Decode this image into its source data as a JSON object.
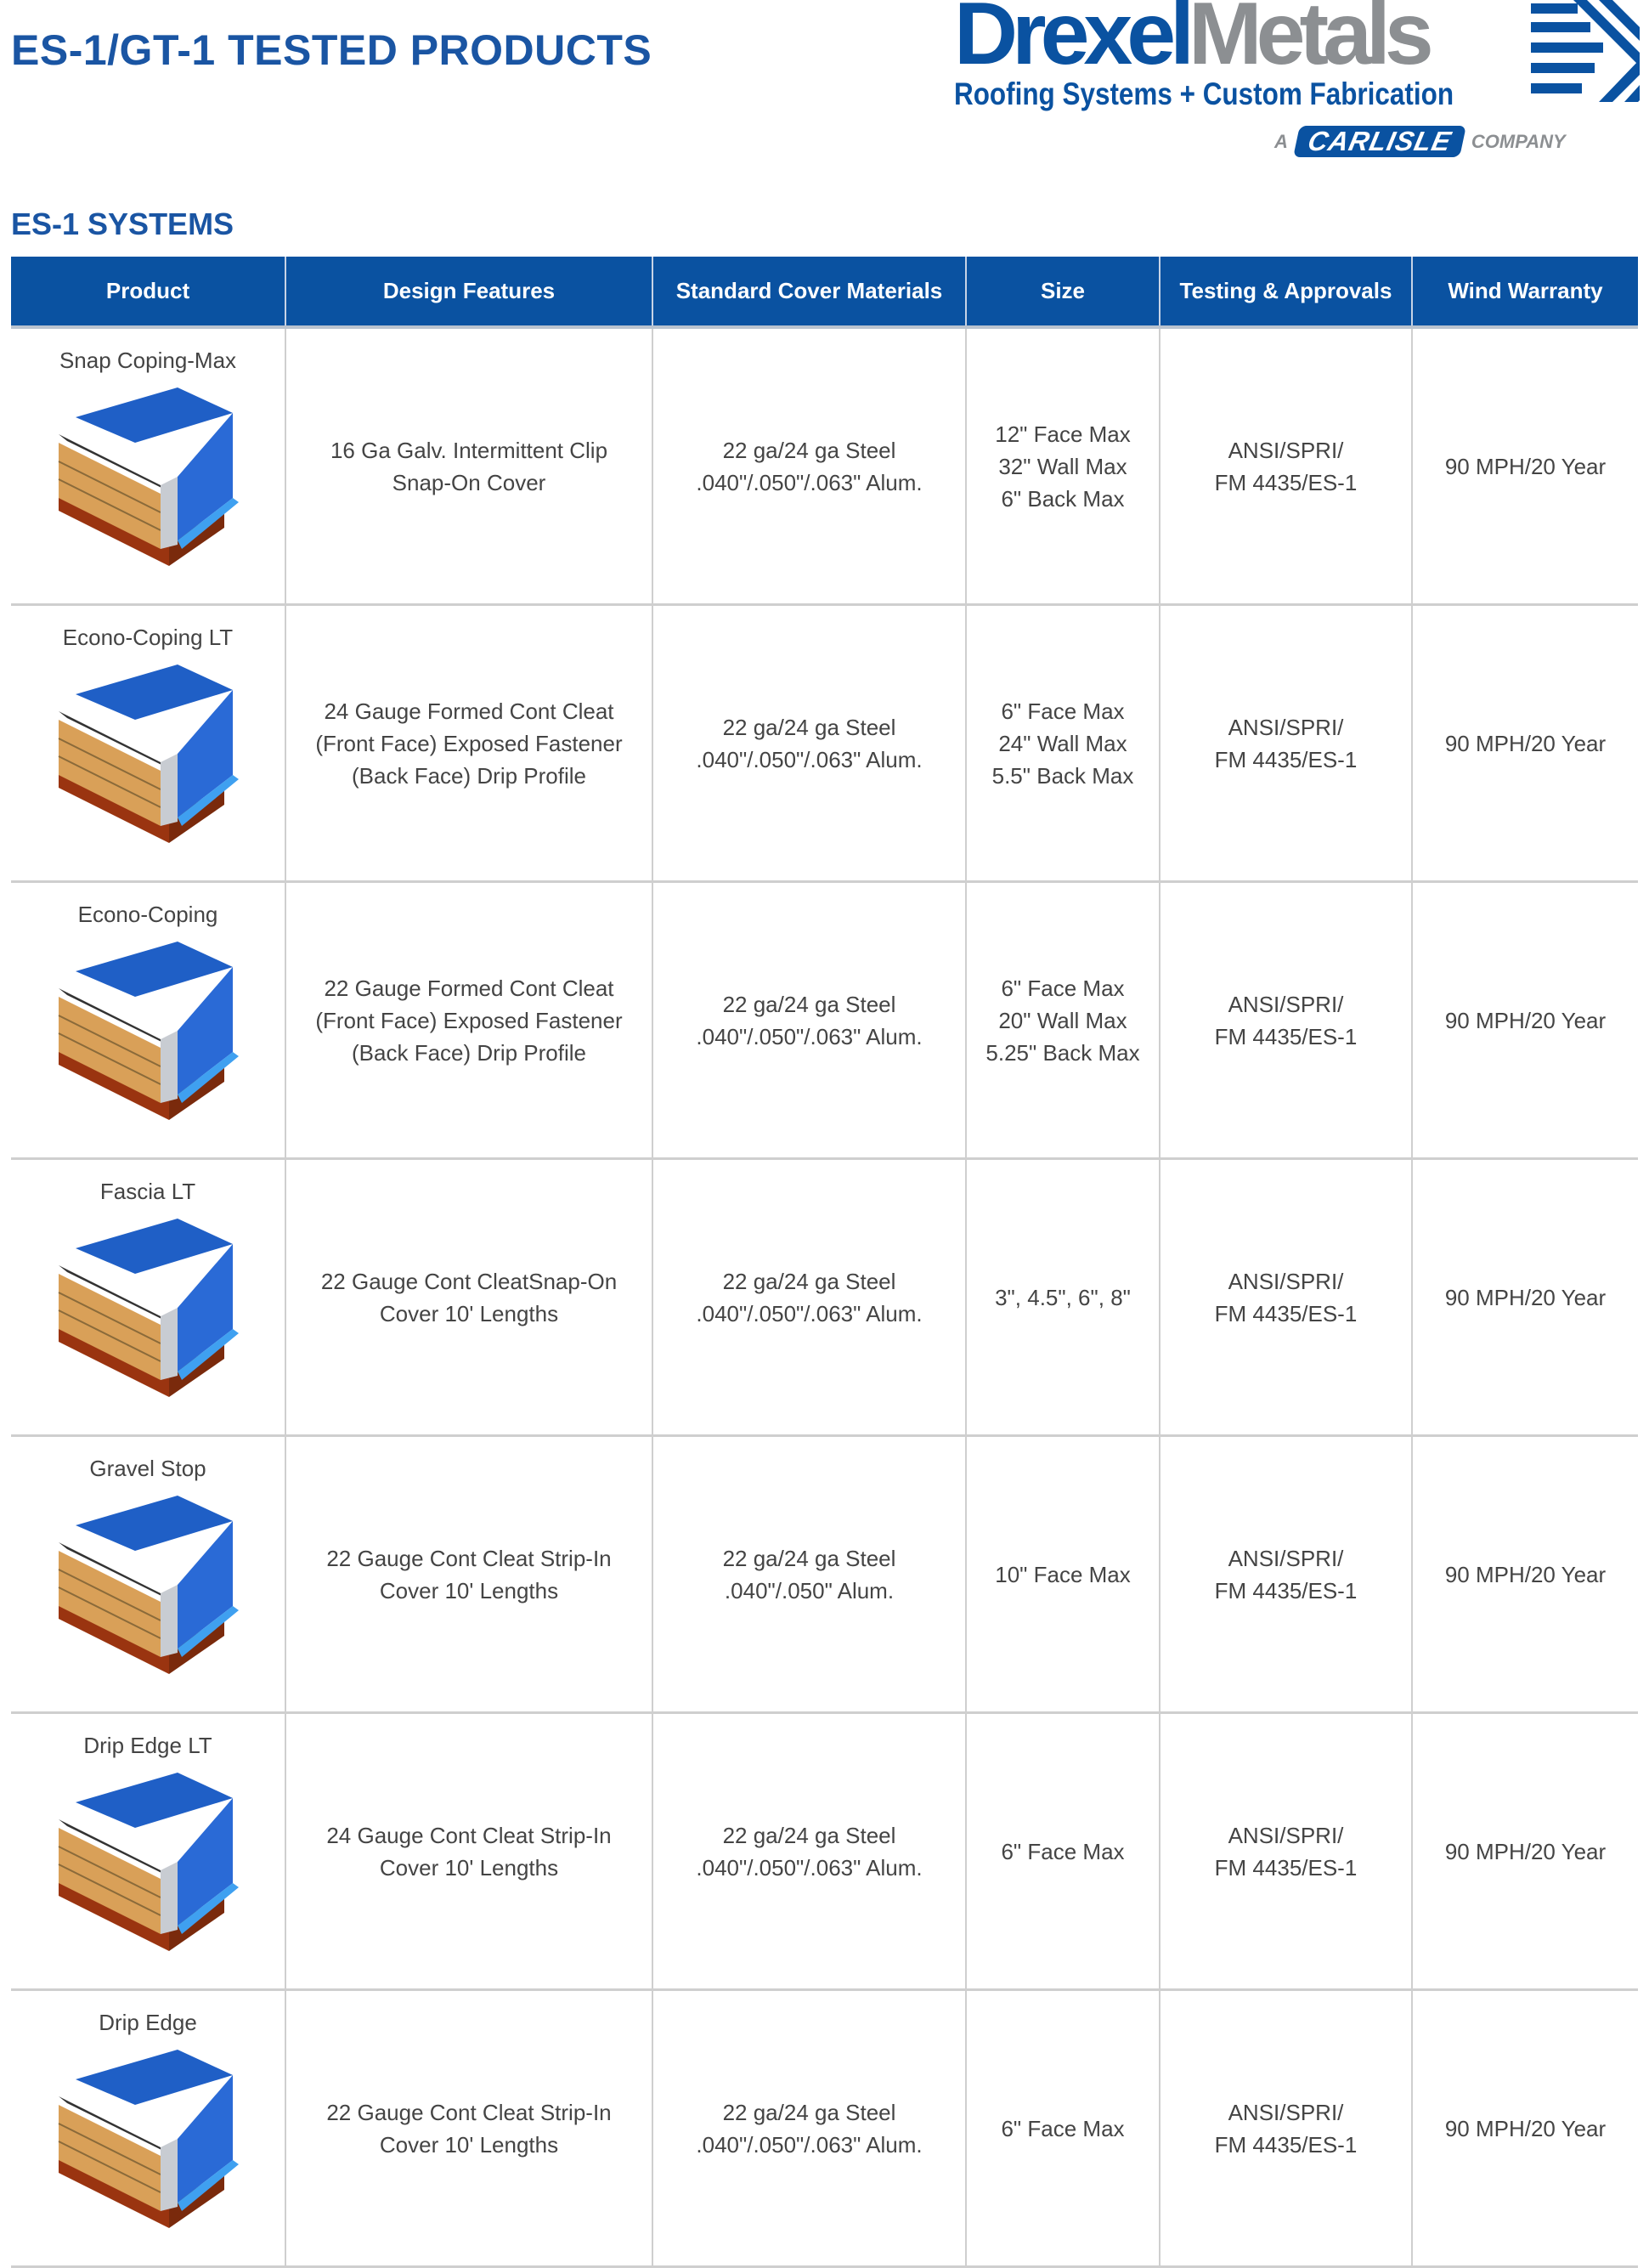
{
  "header": {
    "title": "ES-1/GT-1 TESTED PRODUCTS"
  },
  "logo": {
    "brand_a": "Drexel",
    "brand_b": "Metals",
    "tagline": "Roofing Systems + Custom Fabrication",
    "parent_prefix": "A",
    "parent": "CARLISLE",
    "parent_suffix": "COMPANY"
  },
  "section": {
    "title": "ES-1 SYSTEMS"
  },
  "table": {
    "columns": [
      "Product",
      "Design Features",
      "Standard Cover Materials",
      "Size",
      "Testing & Approvals",
      "Wind Warranty"
    ],
    "rows": [
      {
        "product": "Snap Coping-Max",
        "features": [
          "16 Ga Galv. Intermittent Clip",
          "Snap-On Cover"
        ],
        "materials": [
          "22 ga/24 ga Steel",
          ".040\"/.050\"/.063\" Alum."
        ],
        "size": [
          "12\" Face Max",
          "32\" Wall Max",
          "6\" Back Max"
        ],
        "testing": [
          "ANSI/SPRI/",
          "FM 4435/ES-1"
        ],
        "warranty": "90 MPH/20 Year"
      },
      {
        "product": "Econo-Coping LT",
        "features": [
          "24 Gauge Formed Cont Cleat",
          "(Front Face) Exposed Fastener",
          "(Back Face) Drip Profile"
        ],
        "materials": [
          "22 ga/24 ga Steel",
          ".040\"/.050\"/.063\" Alum."
        ],
        "size": [
          "6\" Face Max",
          "24\" Wall Max",
          "5.5\" Back Max"
        ],
        "testing": [
          "ANSI/SPRI/",
          "FM 4435/ES-1"
        ],
        "warranty": "90 MPH/20 Year"
      },
      {
        "product": "Econo-Coping",
        "features": [
          "22 Gauge Formed Cont Cleat",
          "(Front Face) Exposed Fastener",
          "(Back Face) Drip Profile"
        ],
        "materials": [
          "22 ga/24 ga Steel",
          ".040\"/.050\"/.063\" Alum."
        ],
        "size": [
          "6\" Face Max",
          "20\" Wall Max",
          "5.25\" Back Max"
        ],
        "testing": [
          "ANSI/SPRI/",
          "FM 4435/ES-1"
        ],
        "warranty": "90 MPH/20 Year"
      },
      {
        "product": "Fascia LT",
        "features": [
          "22 Gauge Cont CleatSnap-On",
          "Cover 10' Lengths"
        ],
        "materials": [
          "22 ga/24 ga Steel",
          ".040\"/.050\"/.063\" Alum."
        ],
        "size": [
          "3\", 4.5\", 6\", 8\""
        ],
        "testing": [
          "ANSI/SPRI/",
          "FM 4435/ES-1"
        ],
        "warranty": "90 MPH/20 Year"
      },
      {
        "product": "Gravel Stop",
        "features": [
          "22 Gauge Cont Cleat Strip-In",
          "Cover 10' Lengths"
        ],
        "materials": [
          "22 ga/24 ga Steel",
          ".040\"/.050\" Alum."
        ],
        "size": [
          "10\" Face Max"
        ],
        "testing": [
          "ANSI/SPRI/",
          "FM 4435/ES-1"
        ],
        "warranty": "90 MPH/20 Year"
      },
      {
        "product": "Drip Edge LT",
        "features": [
          "24 Gauge Cont Cleat Strip-In",
          "Cover 10' Lengths"
        ],
        "materials": [
          "22 ga/24 ga Steel",
          ".040\"/.050\"/.063\" Alum."
        ],
        "size": [
          "6\" Face Max"
        ],
        "testing": [
          "ANSI/SPRI/",
          "FM 4435/ES-1"
        ],
        "warranty": "90 MPH/20 Year"
      },
      {
        "product": "Drip Edge",
        "features": [
          "22 Gauge Cont Cleat Strip-In",
          "Cover 10' Lengths"
        ],
        "materials": [
          "22 ga/24 ga Steel",
          ".040\"/.050\"/.063\" Alum."
        ],
        "size": [
          "6\" Face Max"
        ],
        "testing": [
          "ANSI/SPRI/",
          "FM 4435/ES-1"
        ],
        "warranty": "90 MPH/20 Year"
      }
    ]
  },
  "colors": {
    "brand_blue": "#0a52a1",
    "title_blue": "#1a55a3",
    "brand_gray": "#8c8f92"
  }
}
